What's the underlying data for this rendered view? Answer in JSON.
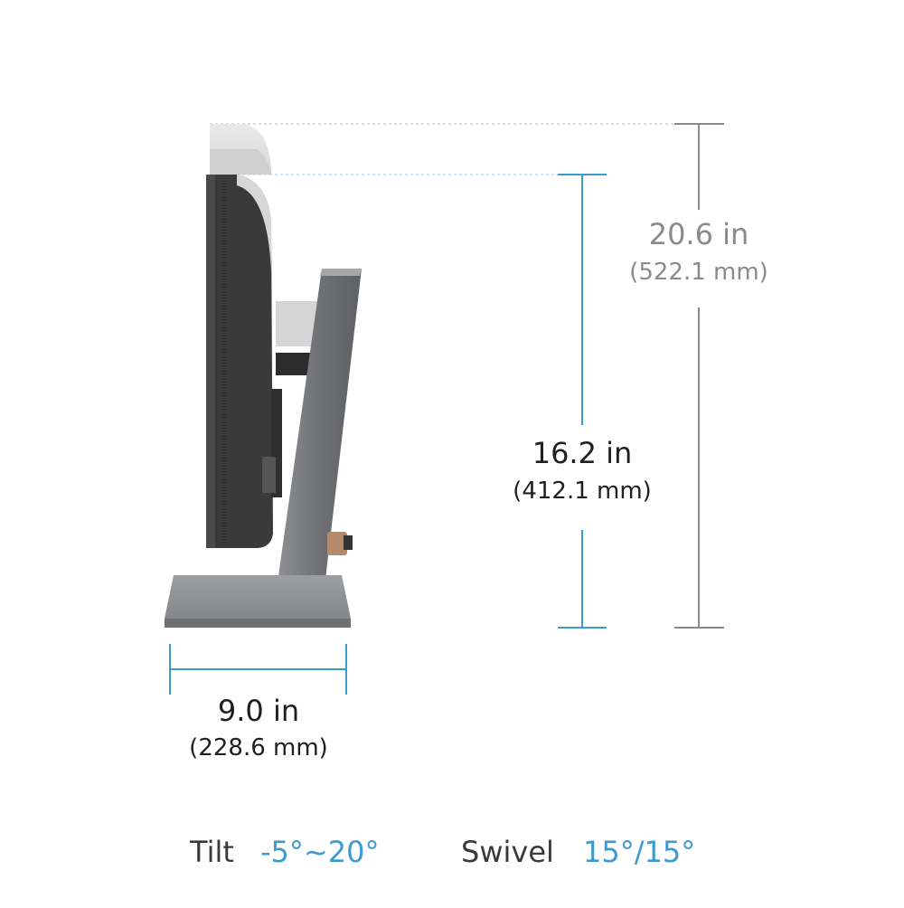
{
  "dimensions": {
    "max_height": {
      "imperial": "20.6 in",
      "metric": "(522.1 mm)"
    },
    "min_height": {
      "imperial": "16.2 in",
      "metric": "(412.1 mm)"
    },
    "base_depth": {
      "imperial": "9.0 in",
      "metric": "(228.6 mm)"
    }
  },
  "specs": {
    "tilt": {
      "label": "Tilt",
      "value": "-5°~20°"
    },
    "swivel": {
      "label": "Swivel",
      "value": "15°/15°"
    }
  },
  "colors": {
    "accent_blue": "#3d9ad1",
    "measure_grey": "#8a8a8a",
    "stand_grey": "#7b7d80",
    "monitor_dark": "#3b3b3b"
  }
}
